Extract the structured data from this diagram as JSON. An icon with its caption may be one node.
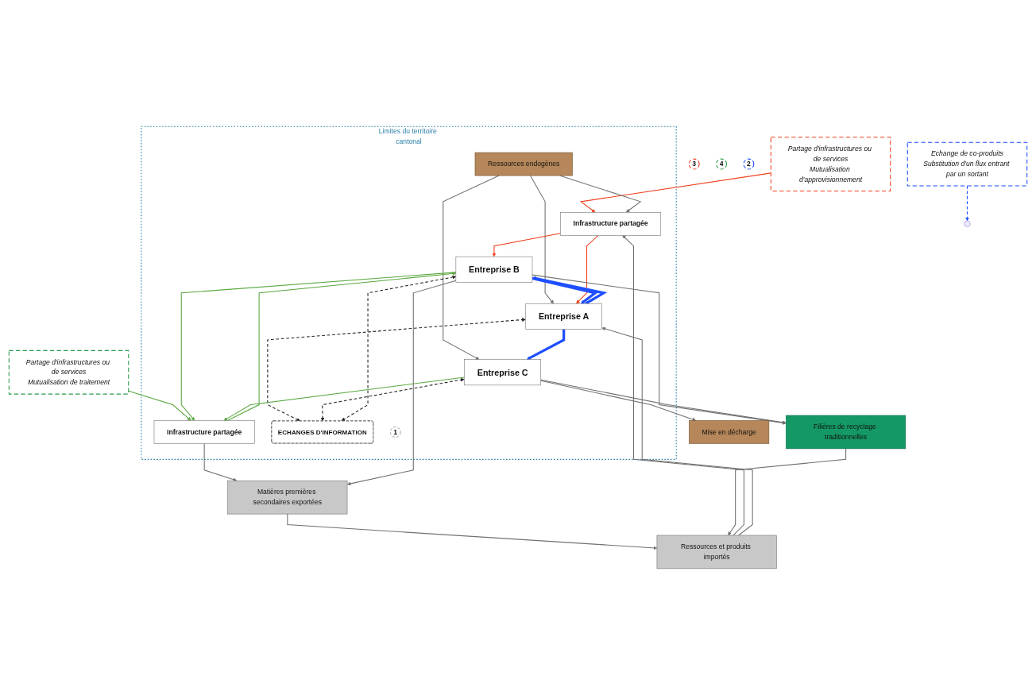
{
  "diagram": {
    "nodes": [
      {
        "text": [
          "Partage d'infrastructures ou de services",
          "Mutualisation d'approvisionnement"
        ]
      },
      {
        "text": [
          "3"
        ]
      },
      {
        "text": [
          "Partage d'infrastructures ou de services",
          "Mutualisation de traitement"
        ]
      },
      {
        "text": [
          "4"
        ]
      },
      {
        "text": [
          "Ressources et produits importés"
        ]
      },
      {
        "text": [
          "Matières premières secondaires exportées"
        ]
      },
      {
        "text": [
          "Limites du territoire cantonal"
        ]
      },
      {
        "text": [
          "Infrastructure partagée"
        ],
        "in": 6
      },
      {
        "text": [
          "Infrastructure partagée"
        ],
        "in": 6
      },
      {
        "text": [
          "Entreprise B"
        ],
        "in": 6
      },
      {
        "text": [
          "Entreprise A"
        ],
        "in": 6
      },
      {
        "text": [
          "ECHANGES D'INFORMATION"
        ],
        "in": 6
      },
      {
        "text": [
          "1"
        ],
        "in": 6
      },
      {
        "text": [
          "Ressources endogènes"
        ],
        "in": 6
      },
      {
        "text": [
          "Entreprise C"
        ],
        "in": 6
      },
      {
        "text": [
          "Filières de recyclage traditionnelles"
        ]
      },
      {
        "text": [
          "Mise en décharge"
        ]
      },
      {
        "text": [
          "Echange de co-produits",
          "Substitution d'un flux entrant par un sortant"
        ]
      },
      {
        "text": [
          "2"
        ]
      }
    ],
    "edges": [
      {
        "from": 0,
        "to": 7,
        "arrow": "to",
        "color": "#f0401e"
      },
      {
        "from": 2,
        "to": 8,
        "arrow": "to",
        "color": "#5aa840"
      },
      {
        "from": 5,
        "to": 4,
        "arrow": "to"
      },
      {
        "from": 15,
        "to": 4,
        "arrow": "to"
      },
      {
        "from": 4,
        "to": 7,
        "arrow": "to"
      },
      {
        "from": 4,
        "to": 10,
        "arrow": "to"
      },
      {
        "from": 13,
        "to": 7,
        "arrow": "to"
      },
      {
        "from": 13,
        "to": 10,
        "arrow": "to"
      },
      {
        "from": 13,
        "to": 14,
        "arrow": "to"
      },
      {
        "from": 7,
        "to": 9,
        "arrow": "to",
        "color": "#f0401e"
      },
      {
        "from": 7,
        "to": 10,
        "arrow": "to",
        "color": "#f0401e"
      },
      {
        "from": 9,
        "to": 10,
        "arrow": "to",
        "style": "thick",
        "color": "#1f4fff"
      },
      {
        "from": 10,
        "to": 9,
        "arrow": "to",
        "style": "thick",
        "color": "#1f4fff"
      },
      {
        "from": 10,
        "to": 14,
        "arrow": "to",
        "style": "thick",
        "color": "#1f4fff"
      },
      {
        "from": 17,
        "to": null,
        "arrow": "to",
        "style": "dashed",
        "color": "#1f4fff"
      },
      {
        "from": 11,
        "to": 9,
        "arrow": "both",
        "style": "dashed",
        "color": "#222222"
      },
      {
        "from": 10,
        "to": 11,
        "arrow": "both",
        "style": "dashed",
        "color": "#222222"
      },
      {
        "from": 14,
        "to": 11,
        "arrow": "both",
        "style": "dashed",
        "color": "#222222"
      },
      {
        "from": 9,
        "to": 8,
        "arrow": "to",
        "color": "#5aa840"
      },
      {
        "from": 8,
        "to": 9,
        "arrow": "to",
        "color": "#5aa840"
      },
      {
        "from": 14,
        "to": 8,
        "arrow": "to",
        "color": "#5aa840"
      },
      {
        "from": 8,
        "to": 5,
        "arrow": "to"
      },
      {
        "from": 9,
        "to": 15,
        "arrow": "to"
      },
      {
        "from": 9,
        "to": 5,
        "arrow": "to"
      },
      {
        "from": 14,
        "to": 15,
        "arrow": "to"
      },
      {
        "from": 14,
        "to": 16,
        "arrow": "to"
      }
    ]
  }
}
